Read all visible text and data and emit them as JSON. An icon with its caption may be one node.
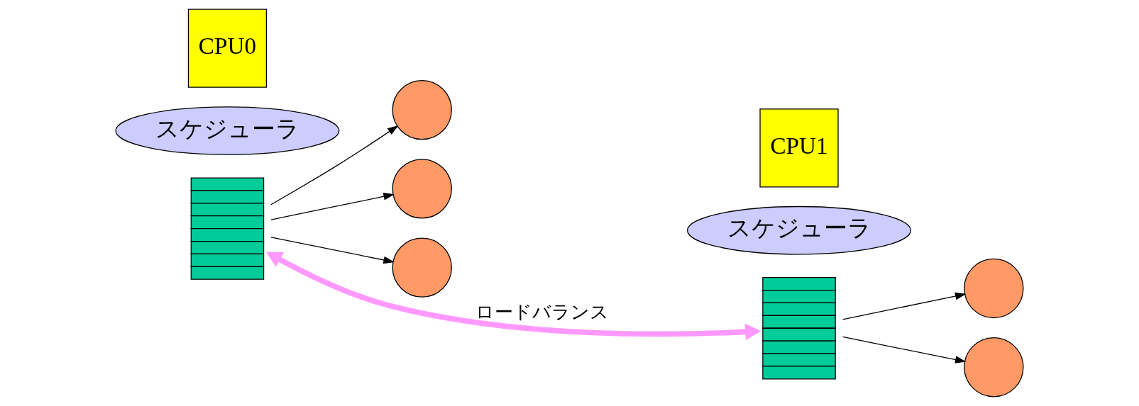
{
  "diagram": {
    "nodes": [
      {
        "text": [],
        "shape": "box"
      },
      {
        "text": [],
        "shape": "circle"
      },
      {
        "text": [],
        "shape": "circle"
      },
      {
        "text": [],
        "shape": "circle"
      },
      {
        "text": [
          "スケジューラ"
        ]
      },
      {
        "text": [
          "CPU0"
        ]
      },
      {
        "text": [],
        "shape": "box"
      },
      {
        "text": [],
        "shape": "circle"
      },
      {
        "text": [],
        "shape": "circle"
      },
      {
        "text": [
          "スケジューラ"
        ]
      },
      {
        "text": [
          "CPU1"
        ]
      }
    ],
    "edges": [
      {
        "from": 0,
        "to": 1,
        "arrow": "to"
      },
      {
        "from": 0,
        "to": 2,
        "arrow": "to"
      },
      {
        "from": 0,
        "to": 3,
        "arrow": "to"
      },
      {
        "from": 6,
        "to": 7,
        "arrow": "to"
      },
      {
        "from": 6,
        "to": 8,
        "arrow": "to"
      },
      {
        "from": 0,
        "to": 6,
        "arrow": "both",
        "label": "ロードバランス",
        "style": "thick",
        "color": "#ff99ff"
      }
    ]
  }
}
